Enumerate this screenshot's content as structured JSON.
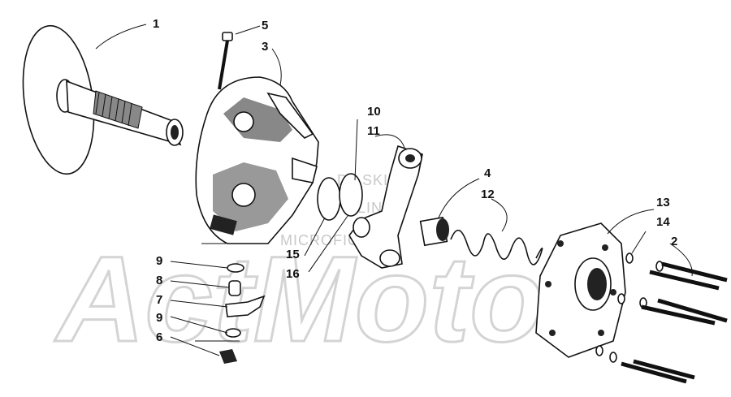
{
  "watermark": {
    "logo_text": "ActMoto",
    "lines": [
      "DILSKI'S",
      "LINE",
      "MICROFICHE"
    ]
  },
  "callouts": [
    {
      "id": "1",
      "label": "1"
    },
    {
      "id": "2",
      "label": "2"
    },
    {
      "id": "3",
      "label": "3"
    },
    {
      "id": "4",
      "label": "4"
    },
    {
      "id": "5",
      "label": "5"
    },
    {
      "id": "6",
      "label": "6"
    },
    {
      "id": "7",
      "label": "7"
    },
    {
      "id": "8",
      "label": "8"
    },
    {
      "id": "9a",
      "label": "9"
    },
    {
      "id": "9b",
      "label": "9"
    },
    {
      "id": "10",
      "label": "10"
    },
    {
      "id": "11",
      "label": "11"
    },
    {
      "id": "12",
      "label": "12"
    },
    {
      "id": "13",
      "label": "13"
    },
    {
      "id": "14",
      "label": "14"
    },
    {
      "id": "15",
      "label": "15"
    },
    {
      "id": "16",
      "label": "16"
    }
  ],
  "colors": {
    "ink": "#111111",
    "watermark": "#d4d4d4",
    "background": "#ffffff"
  }
}
